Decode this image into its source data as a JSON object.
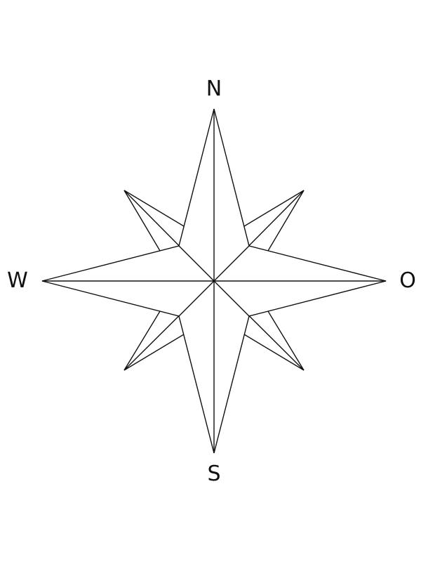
{
  "compass": {
    "north": "N",
    "south": "S",
    "west": "W",
    "east": "O"
  },
  "colors": {
    "stroke": "#111111",
    "fill": "#ffffff",
    "background": "#ffffff"
  }
}
